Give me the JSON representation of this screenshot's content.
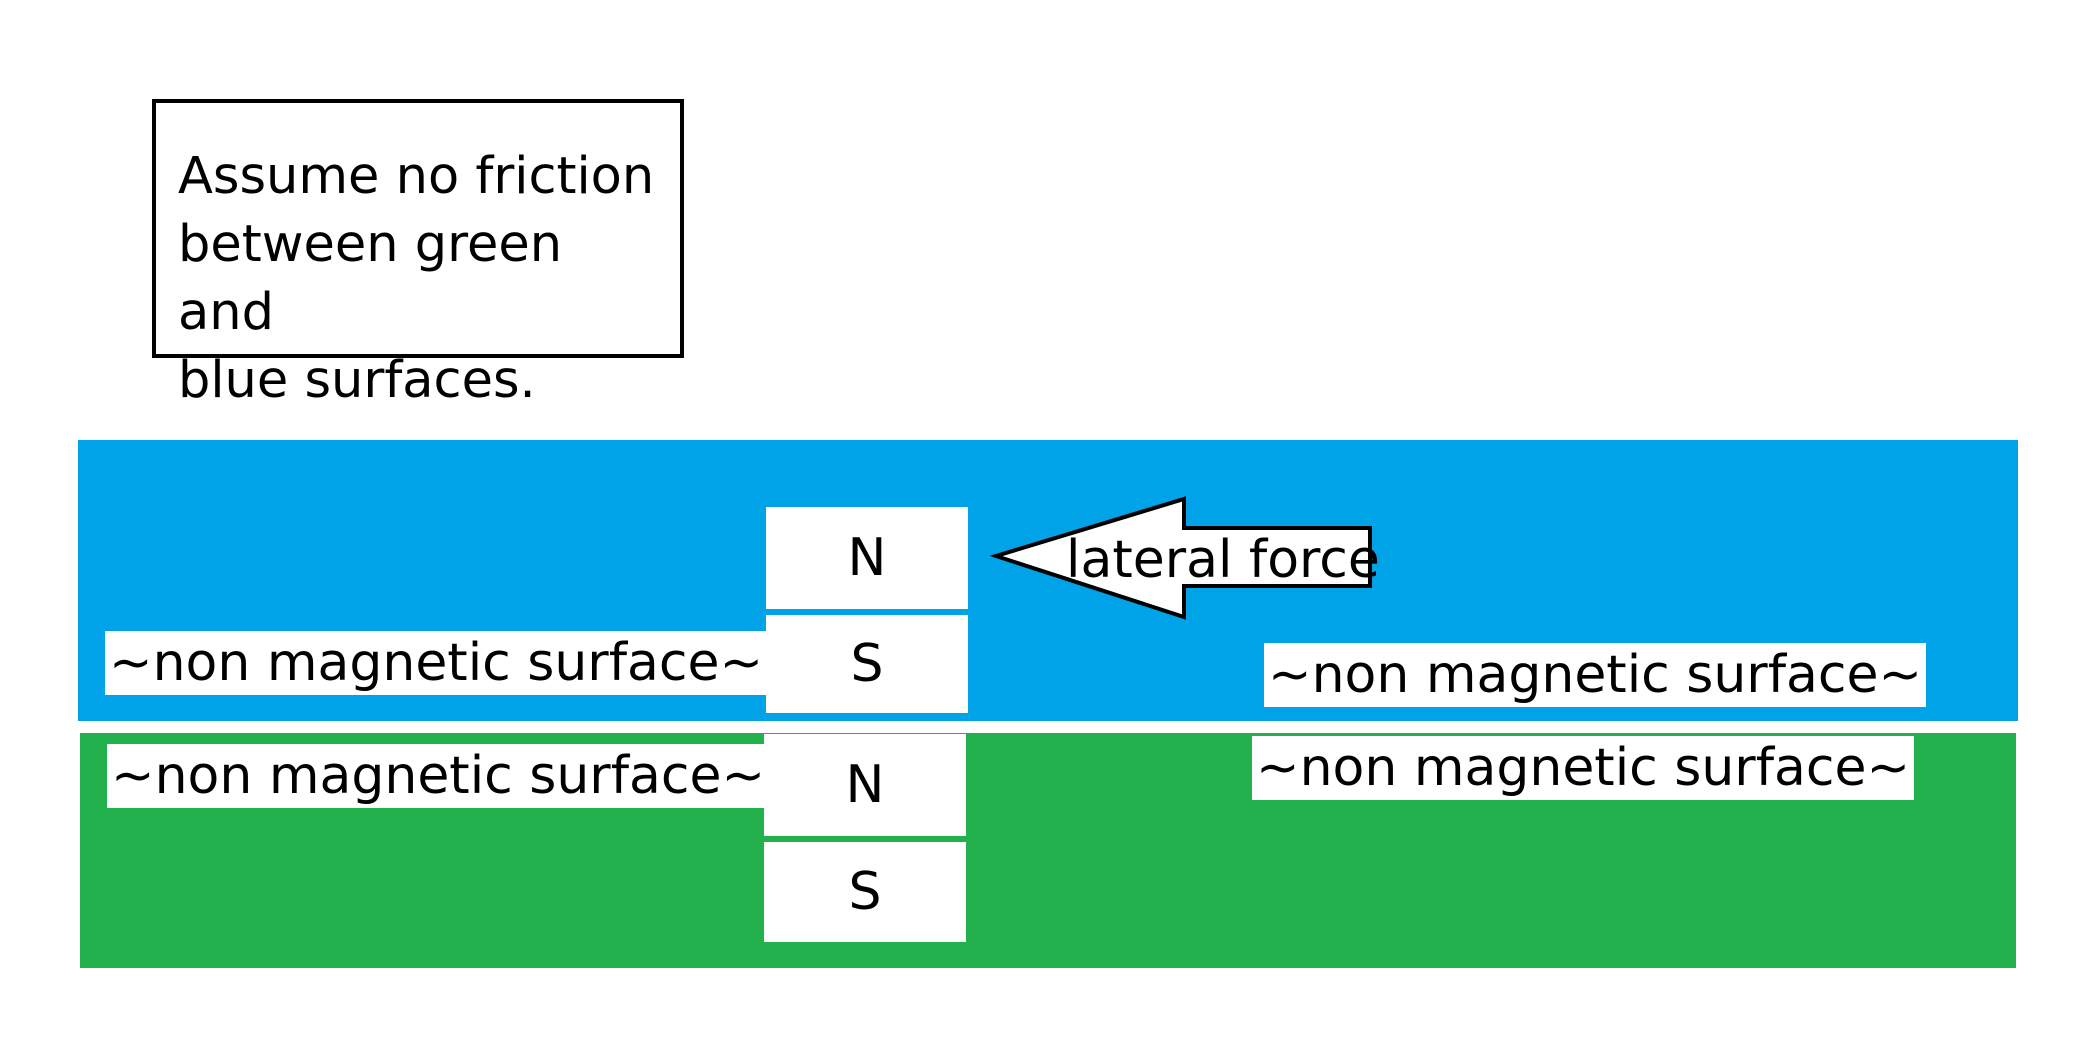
{
  "note": {
    "text": "Assume no friction\nbetween green and\nblue surfaces."
  },
  "surfaces": {
    "blue": {
      "color": "#00A2E8",
      "left_label": "~non magnetic surface~",
      "right_label": "~non magnetic surface~"
    },
    "green": {
      "color": "#22B14C",
      "left_label": "~non magnetic surface~",
      "right_label": "~non magnetic surface~"
    }
  },
  "upper_magnet": {
    "top_pole": "N",
    "bottom_pole": "S"
  },
  "lower_magnet": {
    "top_pole": "N",
    "bottom_pole": "S"
  },
  "force": {
    "label": "lateral force",
    "direction": "left"
  }
}
